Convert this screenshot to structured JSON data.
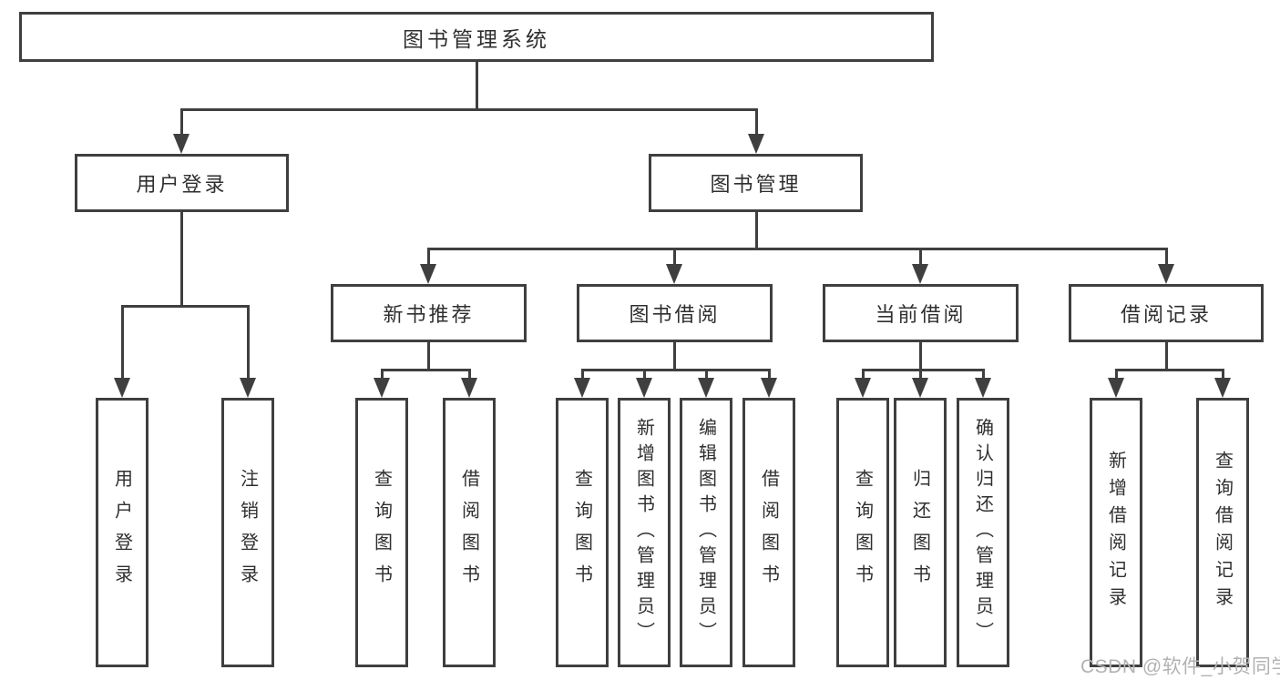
{
  "diagram": {
    "root": {
      "label": "图书管理系统"
    },
    "branches": [
      {
        "label": "用户登录",
        "children": [
          {
            "label": "用户登录"
          },
          {
            "label": "注销登录"
          }
        ]
      },
      {
        "label": "图书管理",
        "children": [
          {
            "label": "新书推荐",
            "children": [
              {
                "label": "查询图书"
              },
              {
                "label": "借阅图书"
              }
            ]
          },
          {
            "label": "图书借阅",
            "children": [
              {
                "label": "查询图书"
              },
              {
                "label": "新增图书（管理员）"
              },
              {
                "label": "编辑图书（管理员）"
              },
              {
                "label": "借阅图书"
              }
            ]
          },
          {
            "label": "当前借阅",
            "children": [
              {
                "label": "查询图书"
              },
              {
                "label": "归还图书"
              },
              {
                "label": "确认归还（管理员）"
              }
            ]
          },
          {
            "label": "借阅记录",
            "children": [
              {
                "label": "新增借阅记录"
              },
              {
                "label": "查询借阅记录"
              }
            ]
          }
        ]
      }
    ]
  },
  "watermark": {
    "text": "CSDN @软件_小贺同学"
  },
  "colors": {
    "line": "#3f3f3f",
    "text": "#2f2f2f",
    "background": "#ffffff",
    "watermark": "#b2b2b2"
  }
}
